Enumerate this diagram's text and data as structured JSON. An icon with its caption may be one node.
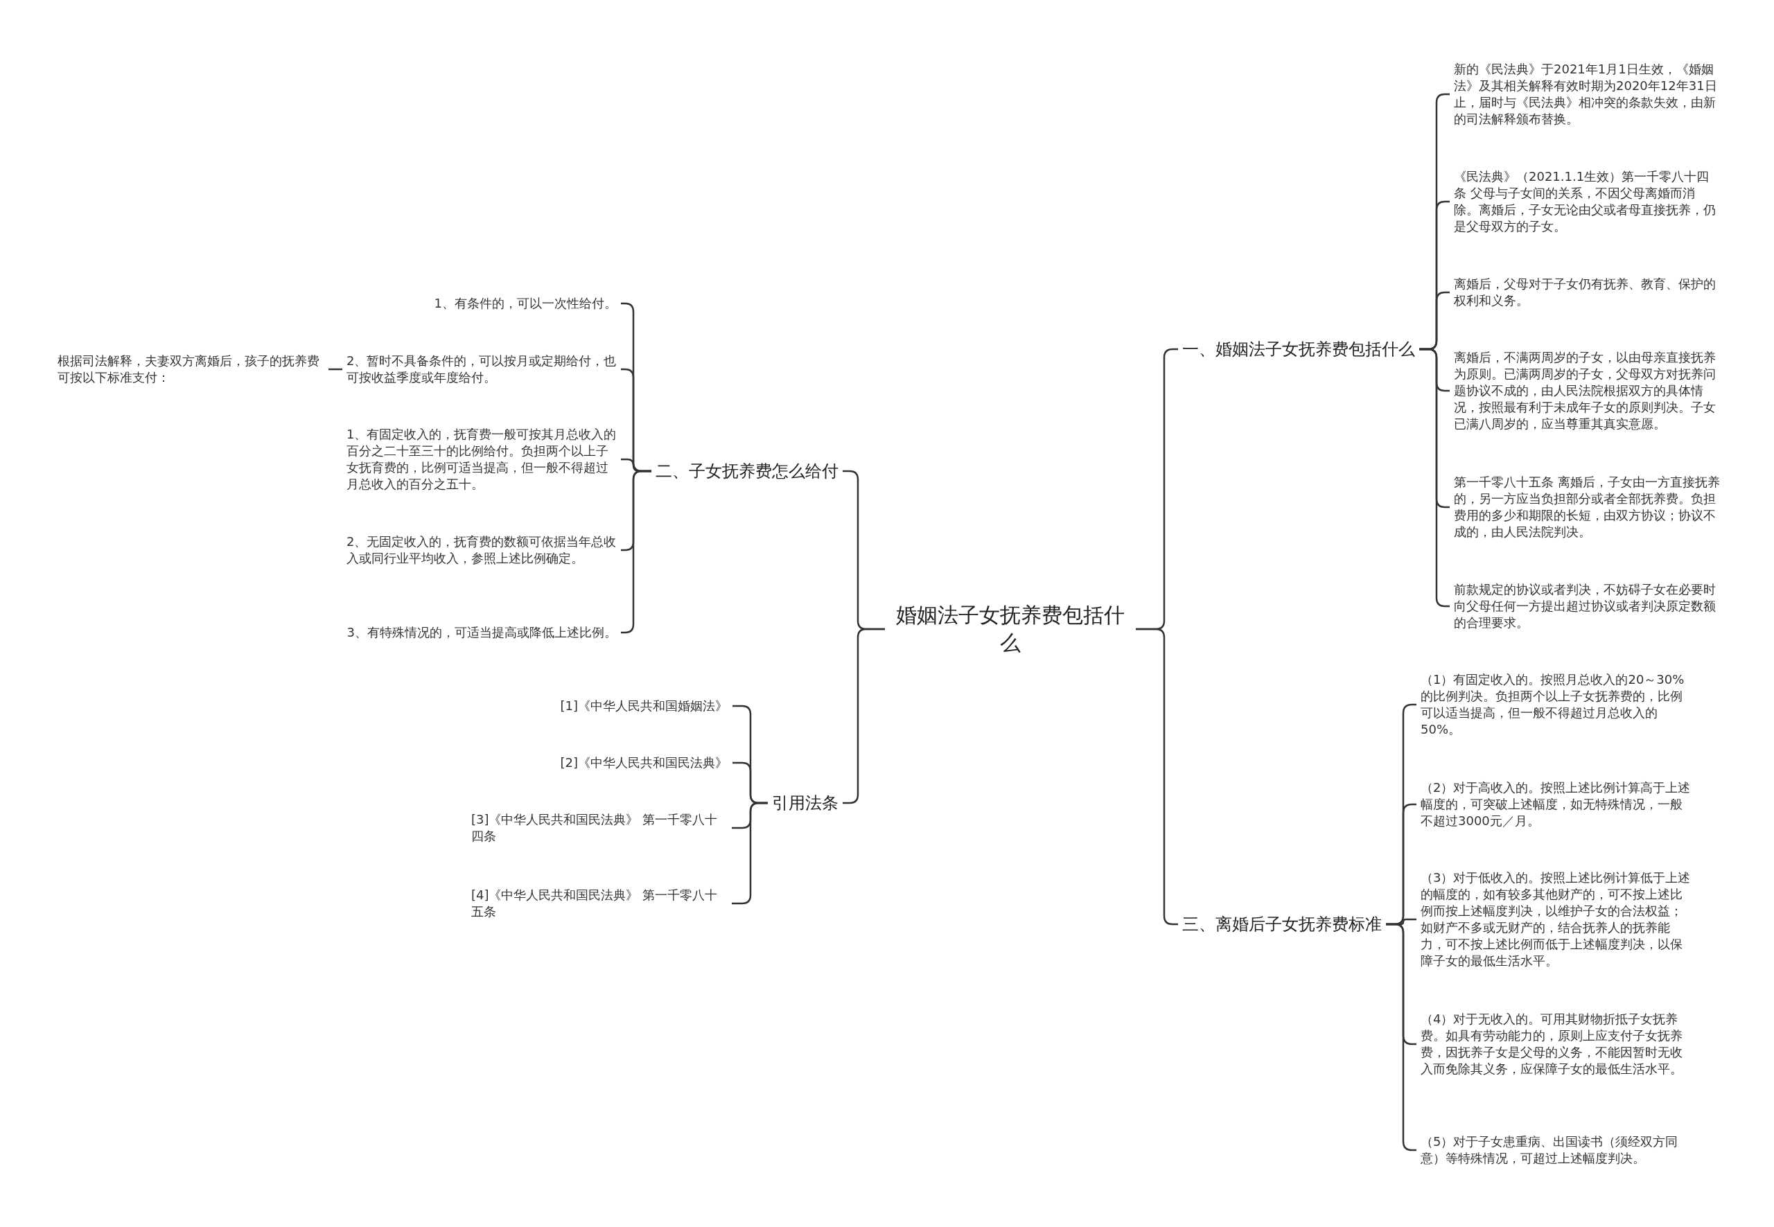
{
  "diagram": {
    "nodes": [
      {
        "text": [
          "婚姻法子女抚养费包括什么"
        ]
      },
      {
        "text": [
          "一、婚姻法子女抚养费包括什么"
        ]
      },
      {
        "text": [
          "新的《民法典》于2021年1月1日生效，《婚姻法》及其相关解释有效时期为2020年12年31日止，届时与《民法典》相冲突的条款失效，由新的司法解释颁布替换。"
        ]
      },
      {
        "text": [
          "《民法典》（2021.1.1生效）第一千零八十四条 父母与子女间的关系，不因父母离婚而消除。离婚后，子女无论由父或者母直接抚养，仍是父母双方的子女。"
        ]
      },
      {
        "text": [
          "离婚后，父母对于子女仍有抚养、教育、保护的权利和义务。"
        ]
      },
      {
        "text": [
          "离婚后，不满两周岁的子女，以由母亲直接抚养为原则。已满两周岁的子女，父母双方对抚养问题协议不成的，由人民法院根据双方的具体情况，按照最有利于未成年子女的原则判决。子女已满八周岁的，应当尊重其真实意愿。"
        ]
      },
      {
        "text": [
          "第一千零八十五条 离婚后，子女由一方直接抚养的，另一方应当负担部分或者全部抚养费。负担费用的多少和期限的长短，由双方协议；协议不成的，由人民法院判决。"
        ]
      },
      {
        "text": [
          "前款规定的协议或者判决，不妨碍子女在必要时向父母任何一方提出超过协议或者判决原定数额的合理要求。"
        ]
      },
      {
        "text": [
          "三、离婚后子女抚养费标准"
        ]
      },
      {
        "text": [
          "（1）有固定收入的。按照月总收入的20～30%的比例判决。负担两个以上子女抚养费的，比例可以适当提高，但一般不得超过月总收入的50%。"
        ]
      },
      {
        "text": [
          "（2）对于高收入的。按照上述比例计算高于上述幅度的，可突破上述幅度，如无特殊情况，一般不超过3000元／月。"
        ]
      },
      {
        "text": [
          "（3）对于低收入的。按照上述比例计算低于上述的幅度的，如有较多其他财产的，可不按上述比例而按上述幅度判决，以维护子女的合法权益；如财产不多或无财产的，结合抚养人的抚养能力，可不按上述比例而低于上述幅度判决，以保障子女的最低生活水平。"
        ]
      },
      {
        "text": [
          "（4）对于无收入的。可用其财物折抵子女抚养费。如具有劳动能力的，原则上应支付子女抚养费，因抚养子女是父母的义务，不能因暂时无收入而免除其义务，应保障子女的最低生活水平。"
        ]
      },
      {
        "text": [
          "（5）对于子女患重病、出国读书（须经双方同意）等特殊情况，可超过上述幅度判决。"
        ]
      },
      {
        "text": [
          "二、子女抚养费怎么给付"
        ]
      },
      {
        "text": [
          "1、有条件的，可以一次性给付。"
        ]
      },
      {
        "text": [
          "2、暂时不具备条件的，可以按月或定期给付，也可按收益季度或年度给付。"
        ]
      },
      {
        "text": [
          "1、有固定收入的，抚育费一般可按其月总收入的百分之二十至三十的比例给付。负担两个以上子女抚育费的，比例可适当提高，但一般不得超过月总收入的百分之五十。"
        ]
      },
      {
        "text": [
          "2、无固定收入的，抚育费的数额可依据当年总收入或同行业平均收入，参照上述比例确定。"
        ]
      },
      {
        "text": [
          "3、有特殊情况的，可适当提高或降低上述比例。"
        ]
      },
      {
        "text": [
          "根据司法解释，夫妻双方离婚后，孩子的抚养费可按以下标准支付："
        ]
      },
      {
        "text": [
          "引用法条"
        ]
      },
      {
        "text": [
          "[1]《中华人民共和国婚姻法》"
        ]
      },
      {
        "text": [
          "[2]《中华人民共和国民法典》"
        ]
      },
      {
        "text": [
          "[3]《中华人民共和国民法典》 第一千零八十四条"
        ]
      },
      {
        "text": [
          "[4]《中华人民共和国民法典》 第一千零八十五条"
        ]
      }
    ],
    "edges": [
      {
        "from": 0,
        "to": 1,
        "arrow": "none"
      },
      {
        "from": 1,
        "to": 2,
        "arrow": "none"
      },
      {
        "from": 1,
        "to": 3,
        "arrow": "none"
      },
      {
        "from": 1,
        "to": 4,
        "arrow": "none"
      },
      {
        "from": 1,
        "to": 5,
        "arrow": "none"
      },
      {
        "from": 1,
        "to": 6,
        "arrow": "none"
      },
      {
        "from": 1,
        "to": 7,
        "arrow": "none"
      },
      {
        "from": 0,
        "to": 8,
        "arrow": "none"
      },
      {
        "from": 8,
        "to": 9,
        "arrow": "none"
      },
      {
        "from": 8,
        "to": 10,
        "arrow": "none"
      },
      {
        "from": 8,
        "to": 11,
        "arrow": "none"
      },
      {
        "from": 8,
        "to": 12,
        "arrow": "none"
      },
      {
        "from": 8,
        "to": 13,
        "arrow": "none"
      },
      {
        "from": 0,
        "to": 14,
        "arrow": "none"
      },
      {
        "from": 14,
        "to": 15,
        "arrow": "none"
      },
      {
        "from": 14,
        "to": 16,
        "arrow": "none"
      },
      {
        "from": 14,
        "to": 17,
        "arrow": "none"
      },
      {
        "from": 14,
        "to": 18,
        "arrow": "none"
      },
      {
        "from": 14,
        "to": 19,
        "arrow": "none"
      },
      {
        "from": 16,
        "to": 20,
        "arrow": "none"
      },
      {
        "from": 0,
        "to": 21,
        "arrow": "none"
      },
      {
        "from": 21,
        "to": 22,
        "arrow": "none"
      },
      {
        "from": 21,
        "to": 23,
        "arrow": "none"
      },
      {
        "from": 21,
        "to": 24,
        "arrow": "none"
      },
      {
        "from": 21,
        "to": 25,
        "arrow": "none"
      }
    ]
  }
}
